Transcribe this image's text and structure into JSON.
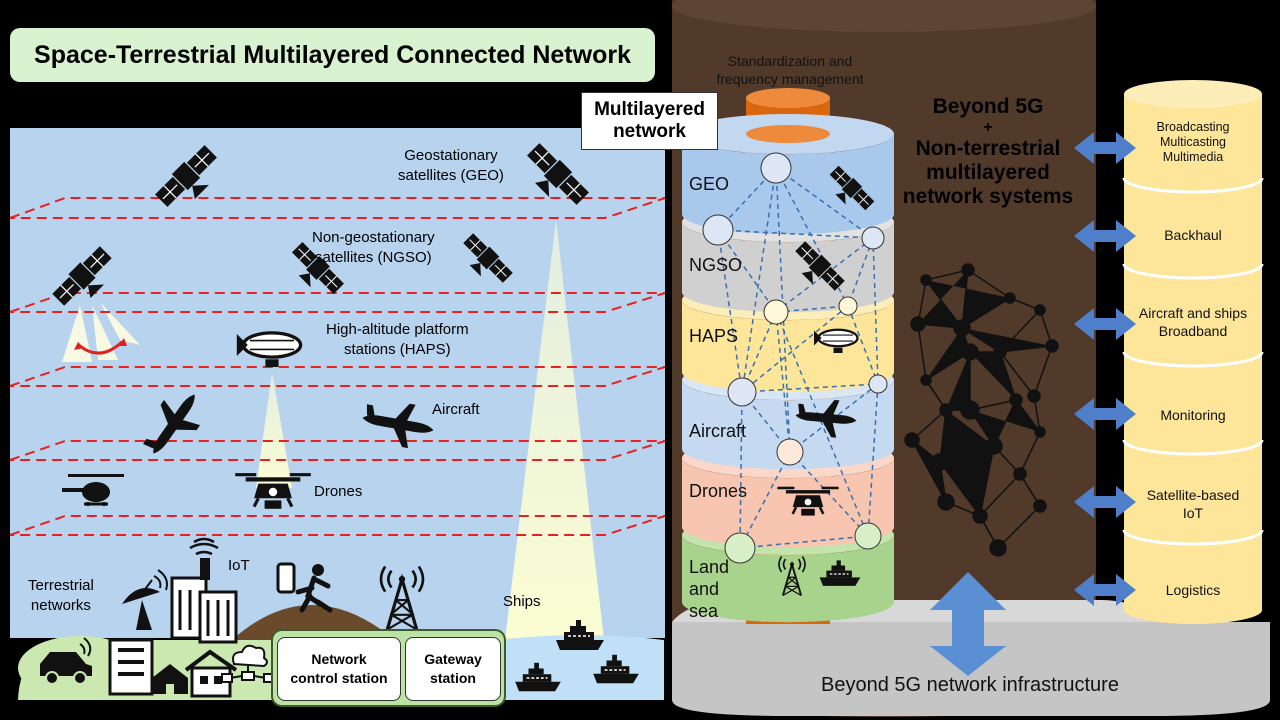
{
  "title": "Space-Terrestrial Multilayered Connected Network",
  "multilayered_label": [
    "Multilayered",
    "network"
  ],
  "standardization": [
    "Standardization and",
    "frequency management"
  ],
  "beyond5g_heading": [
    "Beyond 5G",
    "+",
    "Non-terrestrial",
    "multilayered",
    "network systems"
  ],
  "infrastructure": "Beyond 5G network infrastructure",
  "left_labels": {
    "geo": [
      "Geostationary",
      "satellites (GEO)"
    ],
    "ngso": [
      "Non-geostationary",
      "satellites (NGSO)"
    ],
    "haps": [
      "High-altitude platform",
      "stations (HAPS)"
    ],
    "aircraft": "Aircraft",
    "drones": "Drones",
    "iot": "IoT",
    "terrestrial": [
      "Terrestrial",
      "networks"
    ],
    "ships": "Ships"
  },
  "stations": {
    "network_control": [
      "Network",
      "control station"
    ],
    "gateway": [
      "Gateway",
      "station"
    ]
  },
  "layers": [
    "GEO",
    "NGSO",
    "HAPS",
    "Aircraft",
    "Drones",
    "Land and sea"
  ],
  "services": [
    [
      "Broadcasting",
      "Multicasting",
      "Multimedia"
    ],
    [
      "Backhaul"
    ],
    [
      "Aircraft and ships",
      "Broadband"
    ],
    [
      "Monitoring"
    ],
    [
      "Satellite-based",
      "IoT"
    ],
    [
      "Logistics"
    ]
  ],
  "colors": {
    "sky": "#b8d3ee",
    "brown": "#523a2a",
    "service_gold": "#fde69a",
    "arrow_blue": "#4472c4",
    "layer_geo": "#a8c8ec",
    "layer_ngso": "#d0d0d0",
    "layer_haps": "#fde69a",
    "layer_aircraft": "#c5daf1",
    "layer_drones": "#f8c6b0",
    "layer_land": "#a8d38c",
    "dashed_red": "#e8201e"
  },
  "icons": [
    "satellite-icon",
    "airship-icon",
    "airplane-icon",
    "helicopter-icon",
    "drone-icon",
    "building-icon",
    "antenna-tower-icon",
    "ship-icon",
    "person-phone-icon",
    "car-icon",
    "house-icon"
  ]
}
